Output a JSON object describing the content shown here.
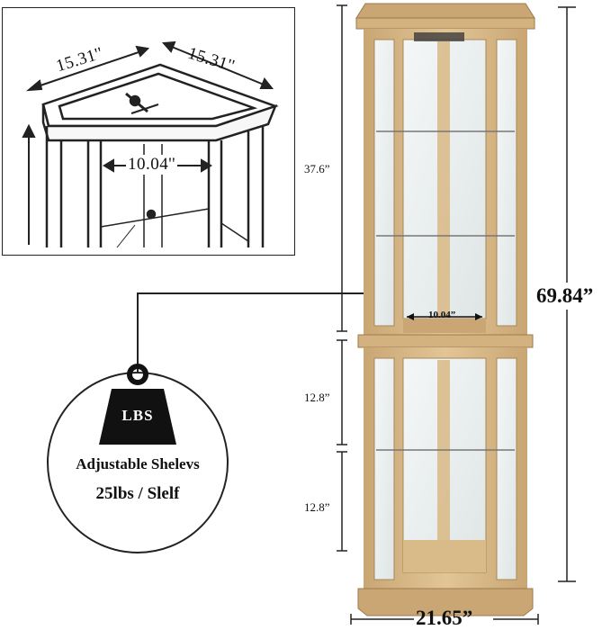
{
  "inset": {
    "width_left": "15.31''",
    "width_right": "15.31''",
    "depth_inner": "10.04''"
  },
  "dimensions": {
    "upper_height": "37.6”",
    "lower_height_top": "12.8”",
    "lower_height_bottom": "12.8”",
    "total_height": "69.84”",
    "total_width": "21.65”",
    "shelf_depth": "10.04”"
  },
  "callout": {
    "weight_icon_text": "LBS",
    "title": "Adjustable Shelevs",
    "subtitle": "25lbs / Slelf"
  },
  "colors": {
    "wood": "#d9b98a",
    "wood_dark": "#b8925e",
    "glass": "#eef2f2",
    "line": "#222222"
  }
}
